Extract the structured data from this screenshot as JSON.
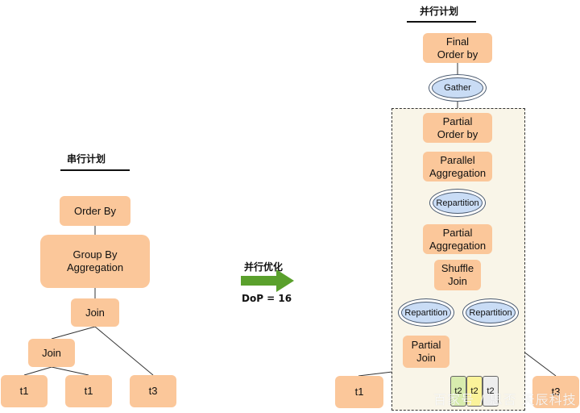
{
  "serial_plan": {
    "title": "串行计划",
    "nodes": {
      "order_by": "Order By",
      "group_by": "Group By\nAggregation",
      "join_top": "Join",
      "join_bottom": "Join",
      "t1_a": "t1",
      "t1_b": "t1",
      "t3": "t3"
    }
  },
  "transform": {
    "label": "并行优化",
    "dop": "DoP = 16"
  },
  "parallel_plan": {
    "title": "并行计划",
    "nodes": {
      "final_order_by": "Final\nOrder by",
      "gather": "Gather",
      "partial_order_by": "Partial\nOrder by",
      "parallel_aggregation": "Parallel\nAggregation",
      "repartition_1": "Repartition",
      "partial_aggregation": "Partial\nAggregation",
      "shuffle_join": "Shuffle\nJoin",
      "repartition_left": "Repartition",
      "repartition_right": "Repartition",
      "partial_join": "Partial\nJoin",
      "t1": "t1",
      "t3": "t3",
      "slices": [
        "t2",
        "t2",
        "t2"
      ]
    }
  },
  "watermark": "百家号 / 思否 天辰科技",
  "colors": {
    "node": "#fbc79a",
    "exchange": "#c9dcf5",
    "region": "#f9f5e8",
    "arrow": "#5aa02c",
    "slice_1": "#d8ecae",
    "slice_2": "#fbf39a",
    "slice_3": "#eeeeee"
  }
}
